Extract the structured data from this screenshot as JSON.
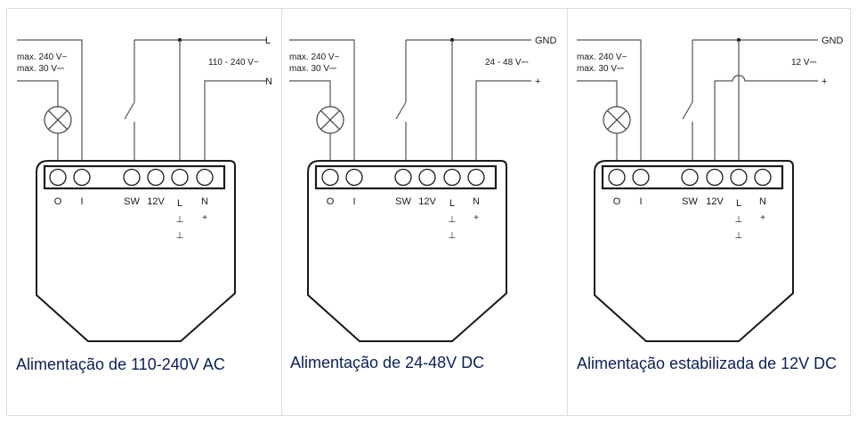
{
  "panels": [
    {
      "id": "ac",
      "caption": "Alimentação de 110-240V AC",
      "load_rating": [
        "max. 240 V~",
        "max. 30 V⎓"
      ],
      "supply_label": "110 - 240 V~",
      "top_line_label": "L",
      "bottom_line_label": "N",
      "terminals": [
        "O",
        "I",
        "SW",
        "12V",
        "L",
        "N"
      ],
      "polarity": {
        "L": [
          "⊥",
          "⊥"
        ],
        "N": [
          "+"
        ]
      },
      "wiring": "ac"
    },
    {
      "id": "dc2448",
      "caption": "Alimentação de 24-48V DC",
      "load_rating": [
        "max. 240 V~",
        "max. 30 V⎓"
      ],
      "supply_label": "24 - 48 V⎓",
      "top_line_label": "GND",
      "bottom_line_label": "+",
      "terminals": [
        "O",
        "I",
        "SW",
        "12V",
        "L",
        "N"
      ],
      "polarity": {
        "L": [
          "⊥",
          "⊥"
        ],
        "N": [
          "+"
        ]
      },
      "wiring": "dc"
    },
    {
      "id": "dc12",
      "caption": "Alimentação estabilizada de 12V DC",
      "load_rating": [
        "max. 240 V~",
        "max. 30 V⎓"
      ],
      "supply_label": "12 V⎓",
      "top_line_label": "GND",
      "bottom_line_label": "+",
      "terminals": [
        "O",
        "I",
        "SW",
        "12V",
        "L",
        "N"
      ],
      "polarity": {
        "L": [
          "⊥",
          "⊥"
        ],
        "N": [
          "+"
        ]
      },
      "wiring": "dc12"
    }
  ],
  "colors": {
    "caption": "#0b1f5c",
    "line": "#555555",
    "outline": "#1a1a1a",
    "border": "#dcdcdc"
  }
}
